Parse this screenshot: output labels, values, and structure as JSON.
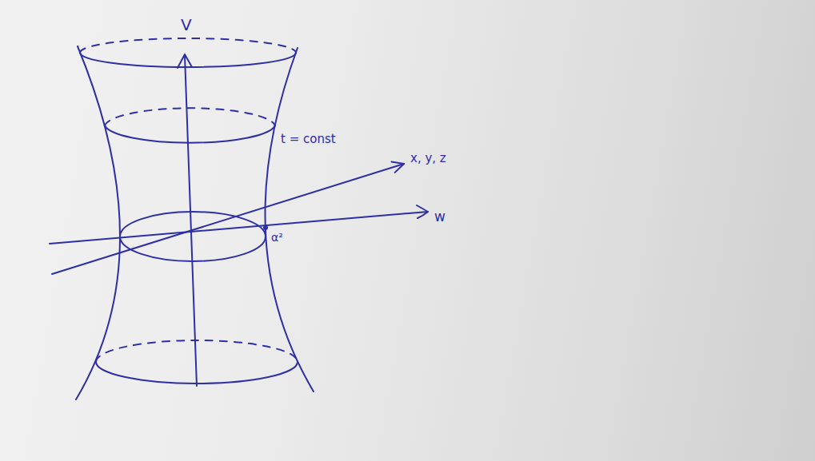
{
  "diagram": {
    "labels": [
      "V",
      "t = const",
      "x, y, z",
      "w",
      "α²"
    ]
  }
}
